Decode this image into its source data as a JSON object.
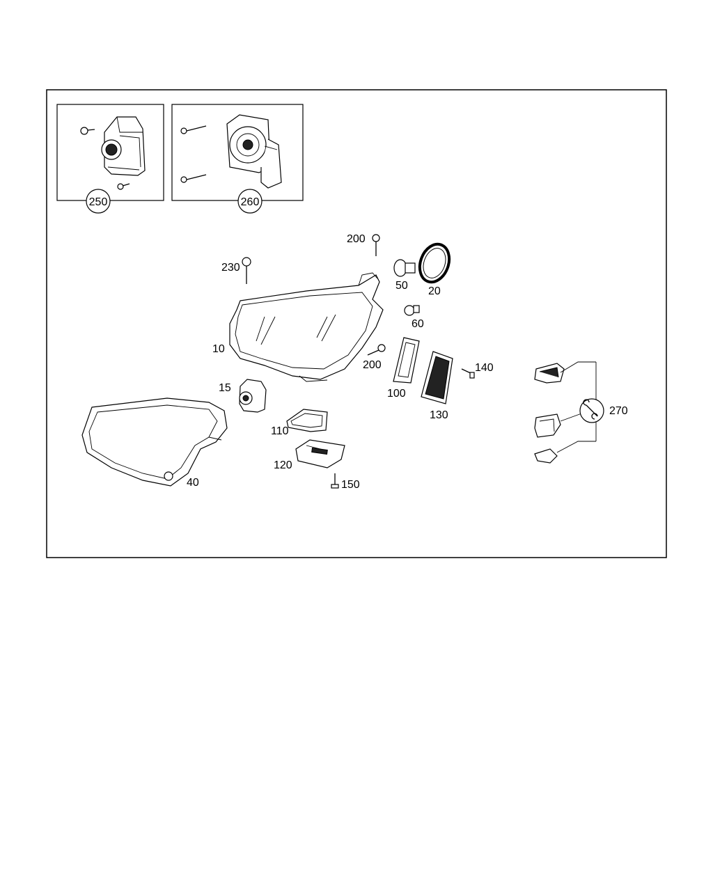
{
  "colors": {
    "line": "#000000",
    "background": "#ffffff"
  },
  "callouts": [
    {
      "id": "c250",
      "text": "250",
      "style": "circled"
    },
    {
      "id": "c260",
      "text": "260",
      "style": "circled"
    },
    {
      "id": "c200a",
      "text": "200"
    },
    {
      "id": "c230",
      "text": "230"
    },
    {
      "id": "c50",
      "text": "50"
    },
    {
      "id": "c20",
      "text": "20"
    },
    {
      "id": "c60",
      "text": "60"
    },
    {
      "id": "c10",
      "text": "10"
    },
    {
      "id": "c200b",
      "text": "200"
    },
    {
      "id": "c140",
      "text": "140"
    },
    {
      "id": "c15",
      "text": "15"
    },
    {
      "id": "c100",
      "text": "100"
    },
    {
      "id": "c130",
      "text": "130"
    },
    {
      "id": "c110",
      "text": "110"
    },
    {
      "id": "c120",
      "text": "120"
    },
    {
      "id": "c150",
      "text": "150"
    },
    {
      "id": "c40",
      "text": "40"
    },
    {
      "id": "c270",
      "text": "270"
    }
  ],
  "icons": [
    "screw-icon",
    "wrench-icon",
    "bulb-icon",
    "seal-ring-icon"
  ]
}
